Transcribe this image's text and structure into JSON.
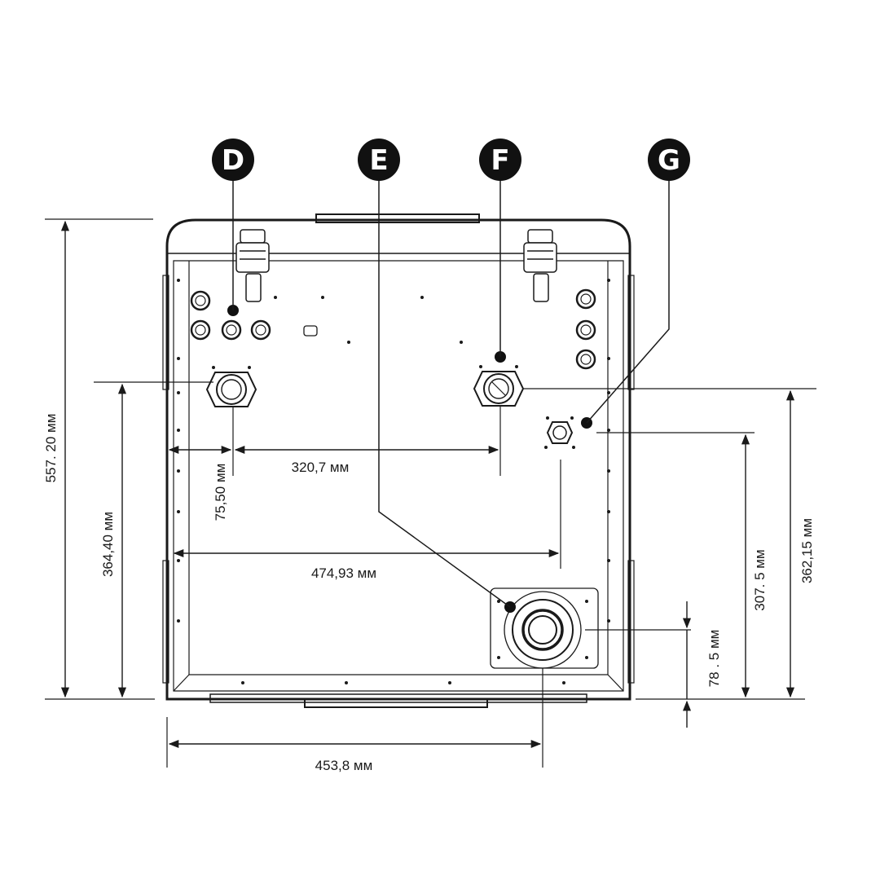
{
  "callouts": {
    "d": "D",
    "e": "E",
    "f": "F",
    "g": "G"
  },
  "dimensions": {
    "total_height": "557. 20 мм",
    "left_pipe_height": "364,40 мм",
    "left_offset": "75,50 мм",
    "pipe_spacing": "320,7 мм",
    "width_to_g": "474,93 мм",
    "flue_offset": "453,8 мм",
    "flue_height": "78 . 5 мм",
    "g_height": "307. 5 мм",
    "f_height": "362,15 мм"
  },
  "colors": {
    "ink": "#1a1a1a",
    "callout_fill": "#111111",
    "background": "#ffffff"
  }
}
